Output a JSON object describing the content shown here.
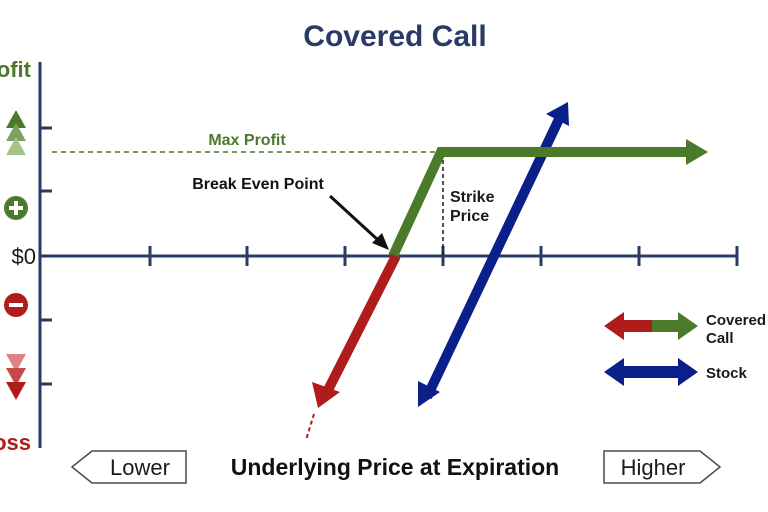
{
  "title": "Covered Call",
  "y_axis": {
    "top_label": "Profit",
    "zero_label": "$0",
    "bottom_label": "Loss"
  },
  "annotations": {
    "max_profit": "Max Profit",
    "break_even": "Break Even Point",
    "strike_line1": "Strike",
    "strike_line2": "Price"
  },
  "x_axis": {
    "lower": "Lower",
    "label": "Underlying Price at Expiration",
    "higher": "Higher"
  },
  "legend": {
    "covered_call_line1": "Covered",
    "covered_call_line2": "Call",
    "stock": "Stock"
  },
  "colors": {
    "navy": "#2a3a66",
    "green": "#4a7a2a",
    "red": "#b01c1c",
    "blue": "#0b1f8a",
    "light_red": "#e08080",
    "light_green": "#a4c48c"
  }
}
